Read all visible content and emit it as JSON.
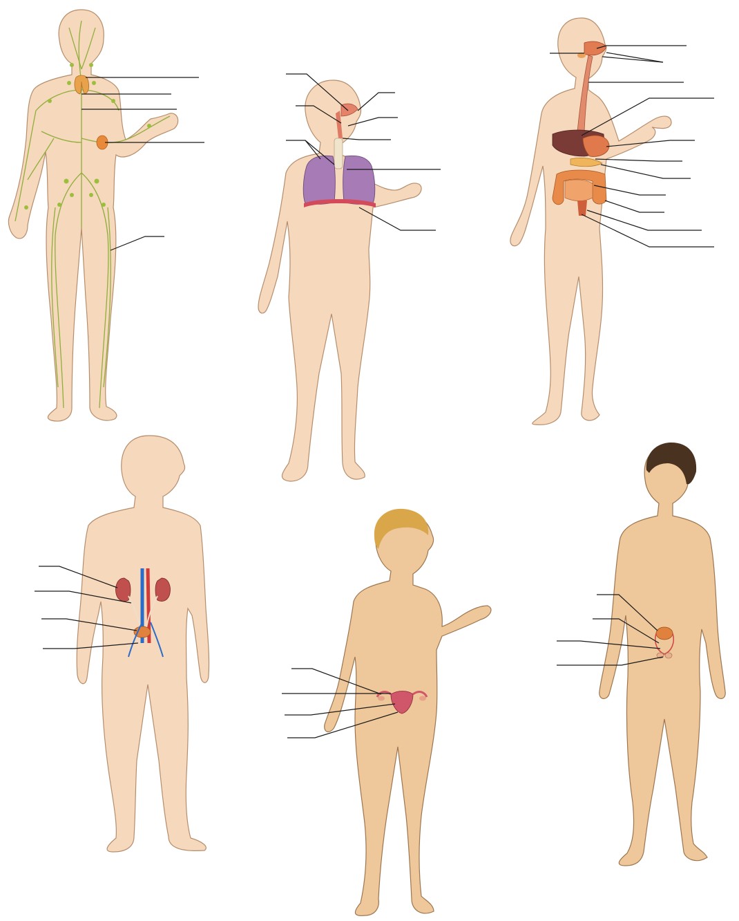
{
  "figures": [
    {
      "id": "lymphatic",
      "label_count": 5
    },
    {
      "id": "respiratory",
      "label_count": 8
    },
    {
      "id": "digestive",
      "label_count": 13
    },
    {
      "id": "urinary",
      "label_count": 4
    },
    {
      "id": "female-reproductive",
      "label_count": 4
    },
    {
      "id": "male-reproductive",
      "label_count": 4
    }
  ],
  "colors": {
    "skin": "#f6d8bc",
    "lymph": "#8fae3a",
    "lung": "#a77bb5",
    "digestive": "#e8874a",
    "kidney": "#c0504d",
    "vein": "#2a6cc9",
    "artery": "#d23a3a"
  }
}
